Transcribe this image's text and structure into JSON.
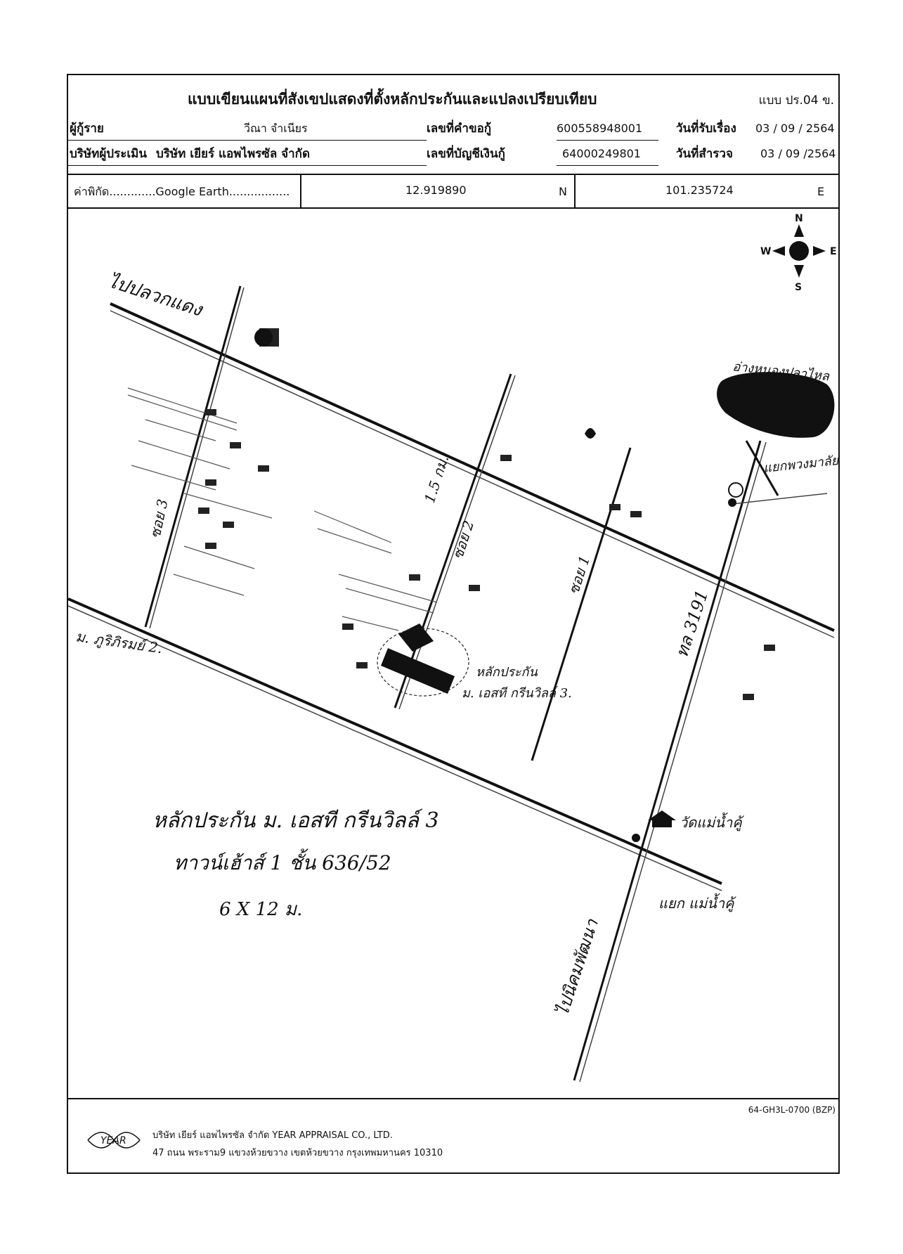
{
  "header": {
    "title": "แบบเขียนแผนที่สังเขปแสดงที่ตั้งหลักประกันและแปลงเปรียบเทียบ",
    "form_code": "แบบ ปร.04 ข."
  },
  "info": {
    "borrower_label": "ผู้กู้ราย",
    "borrower_value": "วีณา จำเนียร",
    "appraiser_label": "บริษัทผู้ประเมิน",
    "appraiser_value": "บริษัท เยียร์ แอพไพรซัล จำกัด",
    "request_no_label": "เลขที่คำขอกู้",
    "request_no_value": "600558948001",
    "account_no_label": "เลขที่บัญชีเงินกู้",
    "account_no_value": "64000249801",
    "received_label": "วันที่รับเรื่อง",
    "received_value": "03 / 09 / 2564",
    "survey_label": "วันที่สำรวจ",
    "survey_value": "03 / 09 /2564"
  },
  "coords": {
    "label": "ค่าพิกัด.............Google Earth.................",
    "lat": "12.919890",
    "lat_dir": "N",
    "lon": "101.235724",
    "lon_dir": "E"
  },
  "compass": {
    "n": "N",
    "s": "S",
    "e": "E",
    "w": "W"
  },
  "map_labels": {
    "to_klaeng": "ไปปลวกแดง",
    "pond": "อ่างหนองปลาไหล",
    "junction_top": "แยกพวงมาลัย",
    "junction_bottom": "แยก แม่น้ำคู้",
    "to_nikhom": "ไปนิคมพัฒนา",
    "road_3191": "ทล 3191",
    "soi_3": "ซอย 3",
    "soi_2": "ซอย 2",
    "soi_1": "ซอย 1",
    "road_1_5km": "1.5 กม.",
    "village_2": "ม. ภูริภิรมย์ 2.",
    "collateral_mark": "หลักประกัน",
    "village_collateral": "ม. เอสที กรีนวิลล์ 3.",
    "temple": "วัดแม่น้ำคู้",
    "note_line1": "หลักประกัน ม. เอสที กรีนวิลล์ 3",
    "note_line2": "ทาวน์เฮ้าส์ 1 ชั้น 636/52",
    "note_line3": "6 X 12 ม."
  },
  "footer": {
    "doc_code": "64-GH3L-0700 (BZP)",
    "company": "บริษัท เยียร์ แอพไพรซัล จำกัด  YEAR APPRAISAL CO., LTD.",
    "address": "47 ถนน พระราม9 แขวงห้วยขวาง เขตห้วยขวาง กรุงเทพมหานคร 10310",
    "logo_text": "YEAR"
  }
}
